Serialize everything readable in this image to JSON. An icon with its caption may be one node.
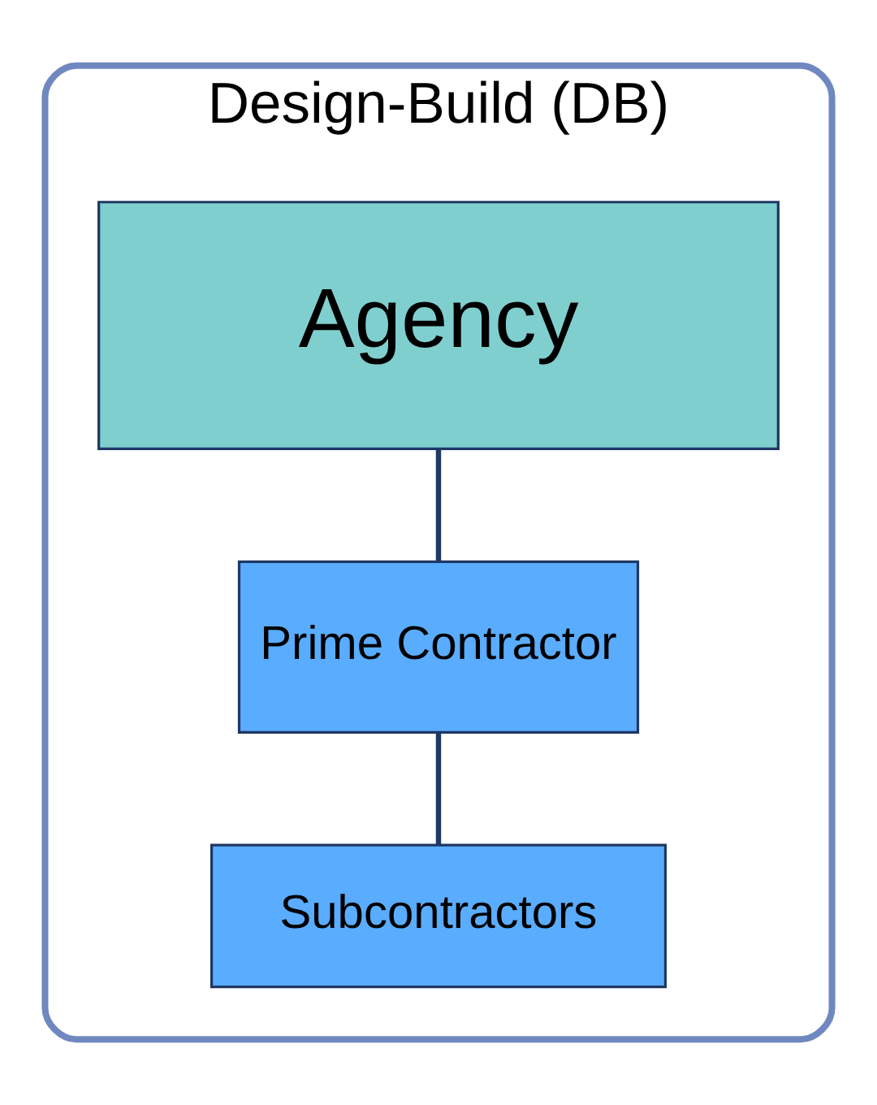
{
  "diagram": {
    "nodes": [
      {
        "text": [
          "Design-Build (DB)"
        ]
      },
      {
        "text": [
          "Agency"
        ],
        "in": 0
      },
      {
        "text": [
          "Prime Contractor"
        ],
        "in": 0
      },
      {
        "text": [
          "Subcontractors"
        ],
        "in": 0
      }
    ],
    "edges": [
      {
        "from": 1,
        "to": 2,
        "arrow": "none"
      },
      {
        "from": 2,
        "to": 3,
        "arrow": "none"
      }
    ]
  }
}
